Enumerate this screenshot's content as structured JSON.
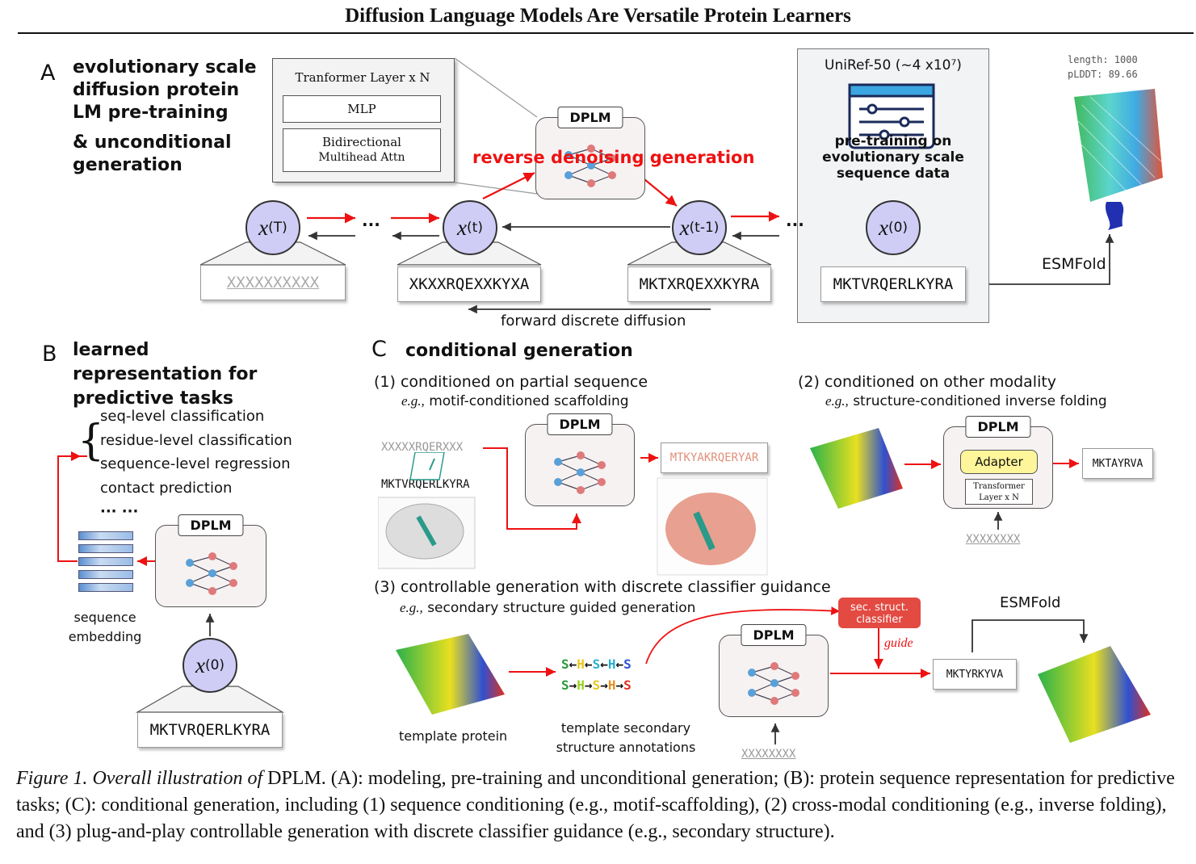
{
  "title": "Diffusion Language Models Are Versatile Protein Learners",
  "panelA": {
    "letter": "A",
    "heading1": "evolutionary scale diffusion protein LM pre-training",
    "heading2": "& unconditional generation",
    "transformer_header": "Tranformer Layer x N",
    "mlp": "MLP",
    "attn_line1": "Bidirectional",
    "attn_line2": "Multihead Attn",
    "dplm": "DPLM",
    "reverse": "reverse denoising generation",
    "forward": "forward discrete diffusion",
    "uniref": "UniRef-50 (~4 x10⁷)",
    "pretrain": "pre-training on evolutionary scale sequence data",
    "node_T": "(T)",
    "node_t": "(t)",
    "node_t1": "(t-1)",
    "node_0": "(0)",
    "node_var": "x",
    "dots": "···",
    "seq_T": "XXXXXXXXXX",
    "seq_t": "XKXXRQEXXKYXA",
    "seq_t1": "MKTXRQEXXKYRA",
    "seq_0": "MKTVRQERLKYRA",
    "esmfold": "ESMFold",
    "length": "length: 1000",
    "plddt": "pLDDT: 89.66"
  },
  "panelB": {
    "letter": "B",
    "heading": "learned representation for predictive tasks",
    "tasks": [
      "seq-level classification",
      "residue-level classification",
      "sequence-level regression",
      "contact prediction"
    ],
    "more": "··· ···",
    "embedding": "sequence embedding",
    "dplm": "DPLM",
    "node_var": "x",
    "node_sup": "(0)",
    "seq": "MKTVRQERLKYRA"
  },
  "panelC": {
    "letter": "C",
    "heading": "conditional generation",
    "c1_title": "(1) conditioned on partial sequence",
    "c1_eg_prefix": "e.g.,",
    "c1_eg": "motif-conditioned scaffolding",
    "c1_masked": "XXXXXRQERXXX",
    "c1_seq": "MKTVRQERLKYRA",
    "c1_out": "MTKYAKRQERYAR",
    "c2_title": "(2) conditioned on other modality",
    "c2_eg_prefix": "e.g.,",
    "c2_eg": "structure-conditioned inverse folding",
    "adapter": "Adapter",
    "c2_tl1": "Transformer",
    "c2_tl2": "Layer x N",
    "c2_mask": "XXXXXXXX",
    "c2_out": "MKTAYRVA",
    "c3_title": "(3) controllable generation with discrete classifier guidance",
    "c3_eg_prefix": "e.g.,",
    "c3_eg": "secondary structure guided generation",
    "classifier1": "sec. struct.",
    "classifier2": "classifier",
    "guide": "guide",
    "template_protein": "template protein",
    "template_ss1": "template secondary",
    "template_ss2": "structure annotations",
    "c3_mask": "XXXXXXXX",
    "c3_out": "MKTYRKYVA",
    "esmfold": "ESMFold",
    "dplm": "DPLM"
  },
  "caption": {
    "fig": "Figure 1.",
    "fig_rest": "Overall illustration of",
    "name": "DPLM.",
    "text": "(A): modeling, pre-training and unconditional generation; (B): protein sequence representation for predictive tasks; (C): conditional generation, including (1) sequence conditioning (e.g., motif-scaffolding), (2) cross-modal conditioning (e.g., inverse folding), and (3) plug-and-play controllable generation with discrete classifier guidance (e.g., secondary structure)."
  }
}
